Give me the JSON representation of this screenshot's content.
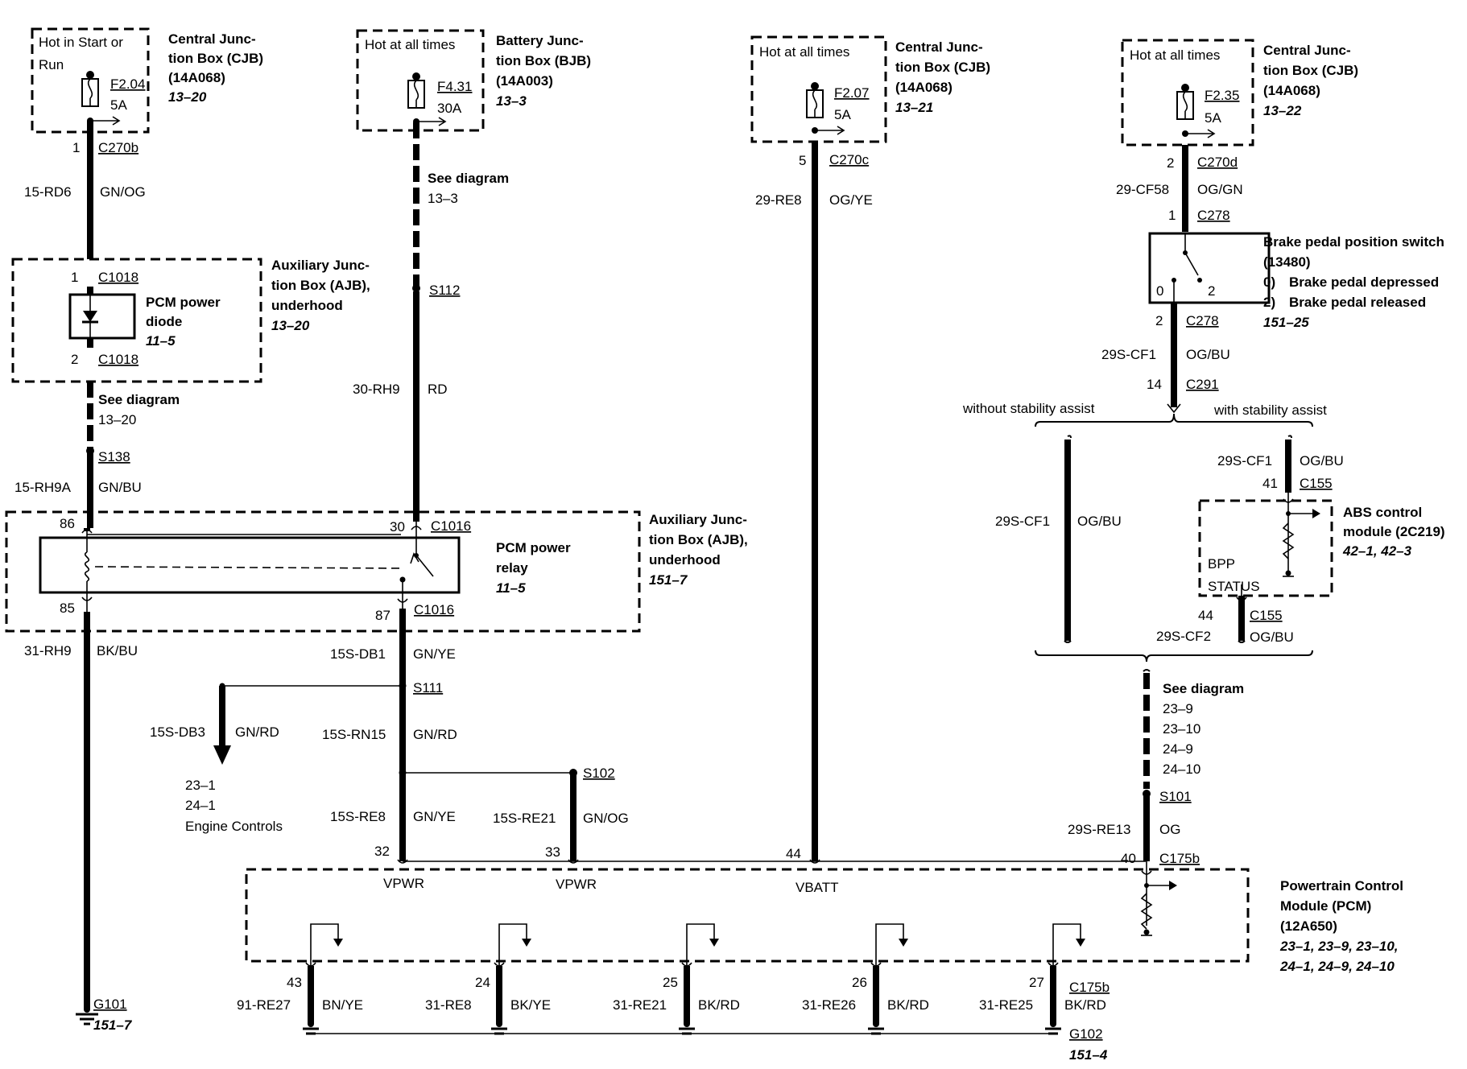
{
  "fuse_cjb_run": {
    "hot": [
      "Hot in Start or",
      "Run"
    ],
    "fuse": "F2.04",
    "amp": "5A",
    "box": [
      "Central Junc-",
      "tion Box (CJB)",
      "(14A068)"
    ],
    "ref": "13–20"
  },
  "fuse_bjb": {
    "hot": "Hot at all times",
    "fuse": "F4.31",
    "amp": "30A",
    "box": [
      "Battery Junc-",
      "tion Box (BJB)",
      "(14A003)"
    ],
    "ref": "13–3"
  },
  "fuse_cjb_207": {
    "hot": "Hot at all times",
    "fuse": "F2.07",
    "amp": "5A",
    "box": [
      "Central Junc-",
      "tion Box (CJB)",
      "(14A068)"
    ],
    "ref": "13–21"
  },
  "fuse_cjb_235": {
    "hot": "Hot at all times",
    "fuse": "F2.35",
    "amp": "5A",
    "box": [
      "Central Junc-",
      "tion Box (CJB)",
      "(14A068)"
    ],
    "ref": "13–22"
  },
  "circuit_a": {
    "pin1": "1",
    "conn_c270b": "C270b",
    "wire1": "15-RD6",
    "color1": "GN/OG",
    "ajb_pin1": "1",
    "ajb_c1": "C1018",
    "ajb_pin2": "2",
    "ajb_c2": "C1018",
    "diode_label": [
      "PCM power",
      "diode"
    ],
    "diode_ref": "11–5",
    "ajb_label": [
      "Auxiliary Junc-",
      "tion Box (AJB),",
      "underhood"
    ],
    "ajb_ref": "13–20",
    "see": "See diagram",
    "see_ref": "13–20",
    "splice": "S138",
    "wire2": "15-RH9A",
    "color2": "GN/BU"
  },
  "circuit_b": {
    "see": "See diagram",
    "see_ref": "13–3",
    "splice": "S112",
    "wire": "30-RH9",
    "color": "RD"
  },
  "relay": {
    "pin86": "86",
    "pin85": "85",
    "pin30": "30",
    "conn30": "C1016",
    "pin87": "87",
    "conn87": "C1016",
    "label": [
      "PCM power",
      "relay"
    ],
    "ref": "11–5",
    "ajb_label": [
      "Auxiliary Junc-",
      "tion Box (AJB),",
      "underhood"
    ],
    "ajb_ref": "151–7"
  },
  "ground_a": {
    "wire": "31-RH9",
    "color": "BK/BU",
    "ground": "G101",
    "ref": "151–7"
  },
  "circuit_c": {
    "wire1": "15S-DB1",
    "color1": "GN/YE",
    "splice1": "S111",
    "branch_wire": "15S-DB3",
    "branch_color": "GN/RD",
    "branch_refs": [
      "23–1",
      "24–1",
      "Engine Controls"
    ],
    "wire2": "15S-RN15",
    "color2": "GN/RD",
    "wire3": "15S-RE8",
    "color3": "GN/YE",
    "pin32": "32",
    "vpwr1": "VPWR",
    "splice2": "S102",
    "wire4": "15S-RE21",
    "color4": "GN/OG",
    "pin33": "33",
    "vpwr2": "VPWR"
  },
  "circuit_d": {
    "pin5": "5",
    "conn": "C270c",
    "wire": "29-RE8",
    "color": "OG/YE",
    "pin44": "44",
    "vbatt": "VBATT"
  },
  "circuit_e": {
    "pin2": "2",
    "conn1": "C270d",
    "wire1": "29-CF58",
    "color1": "OG/GN",
    "pin1": "1",
    "conn2": "C278",
    "switch_label": [
      "Brake pedal position switch",
      "(13480)",
      "0)",
      "Brake pedal depressed",
      "2)",
      "Brake pedal released"
    ],
    "switch_ref": "151–25",
    "sw_pos0": "0",
    "sw_pos2": "2",
    "pin2b": "2",
    "conn3": "C278",
    "wire2": "29S-CF1",
    "color2": "OG/BU",
    "pin14": "14",
    "conn4": "C291",
    "without": "without stability assist",
    "with": "with stability assist",
    "left_wire": "29S-CF1",
    "left_color": "OG/BU",
    "abs_wire_in": "29S-CF1",
    "abs_color_in": "OG/BU",
    "abs_pin41": "41",
    "abs_conn": "C155",
    "abs_label": [
      "ABS control",
      "module (2C219)"
    ],
    "abs_ref": "42–1, 42–3",
    "bpp": [
      "BPP",
      "STATUS"
    ],
    "abs_pin44": "44",
    "abs_conn2": "C155",
    "abs_wire_out": "29S-CF2",
    "abs_color_out": "OG/BU",
    "see": "See diagram",
    "see_refs": [
      "23–9",
      "23–10",
      "24–9",
      "24–10"
    ],
    "splice": "S101",
    "wire3": "29S-RE13",
    "color3": "OG",
    "pin40": "40",
    "conn5": "C175b"
  },
  "pcm": {
    "label": [
      "Powertrain Control",
      "Module (PCM)",
      "(12A650)"
    ],
    "refs": [
      "23–1, 23–9, 23–10,",
      "24–1, 24–9, 24–10"
    ]
  },
  "grounds": [
    {
      "pin": "43",
      "wire": "91-RE27",
      "color": "BN/YE"
    },
    {
      "pin": "24",
      "wire": "31-RE8",
      "color": "BK/YE"
    },
    {
      "pin": "25",
      "wire": "31-RE21",
      "color": "BK/RD"
    },
    {
      "pin": "26",
      "wire": "31-RE26",
      "color": "BK/RD"
    },
    {
      "pin": "27",
      "wire": "31-RE25",
      "color": "BK/RD"
    }
  ],
  "ground_b": {
    "conn": "C175b",
    "ground": "G102",
    "ref": "151–4"
  }
}
